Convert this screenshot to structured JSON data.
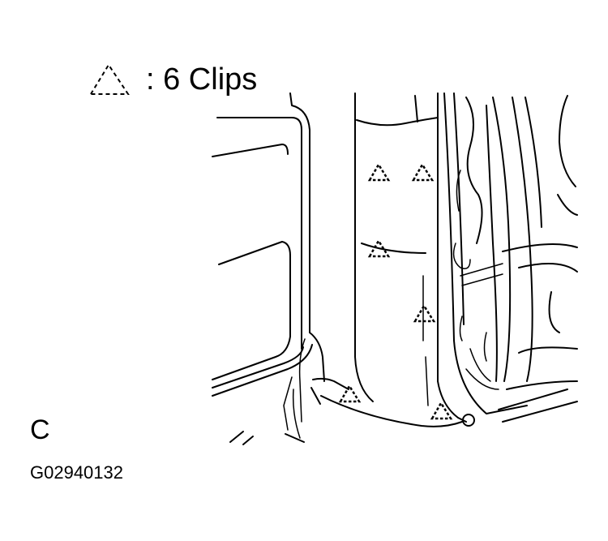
{
  "legend": {
    "symbol_icon": "dashed-triangle-icon",
    "text": ": 6 Clips"
  },
  "view_label": "C",
  "figure_code": "G02940132",
  "colors": {
    "line": "#000000",
    "background": "#ffffff"
  }
}
